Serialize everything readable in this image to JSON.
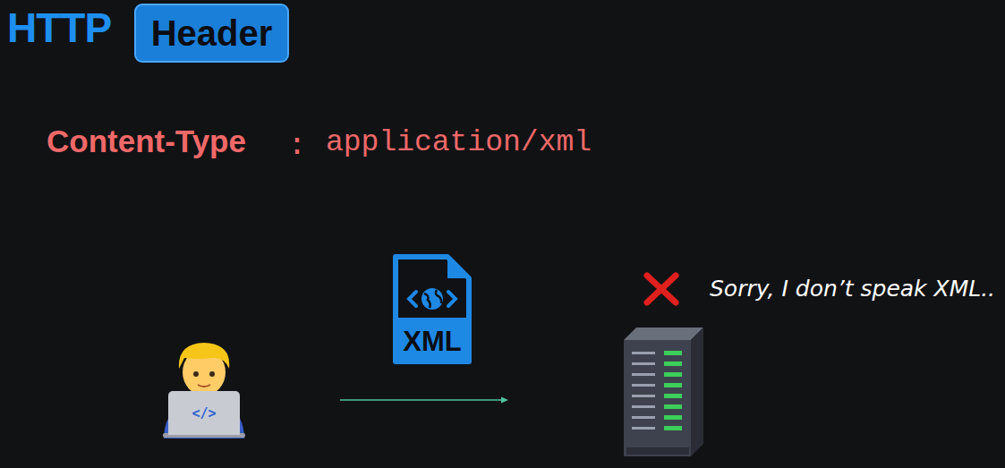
{
  "diagram": {
    "title": "HTTP",
    "nodes": [
      {
        "text": [
          "Header"
        ]
      },
      {
        "text": [
          "</>"
        ]
      },
      {
        "text": [
          "XML"
        ]
      }
    ],
    "labels": [
      "Content-Type",
      ":",
      "application/xml",
      "Sorry, I don’t speak XML.."
    ]
  }
}
